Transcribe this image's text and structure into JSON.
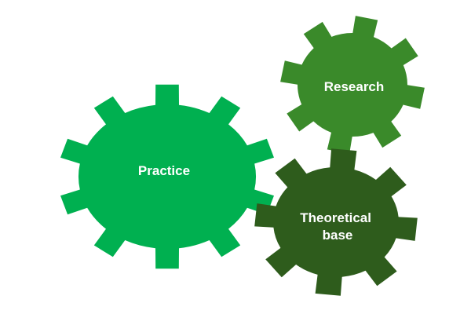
{
  "gears": [
    {
      "id": "practice",
      "label_lines": [
        "Practice"
      ],
      "color": "#00B050"
    },
    {
      "id": "research",
      "label_lines": [
        "Research"
      ],
      "color": "#3A8A2A"
    },
    {
      "id": "theoretical",
      "label_lines": [
        "Theoretical",
        "base"
      ],
      "color": "#2E5C1C"
    }
  ]
}
